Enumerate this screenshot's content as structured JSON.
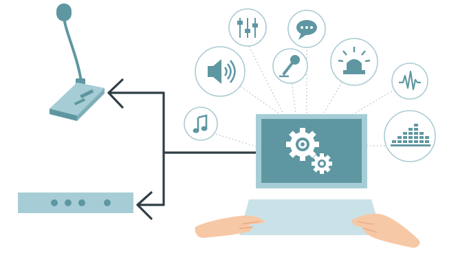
{
  "colors": {
    "teal_dark": "#5e97a1",
    "teal_mid": "#a6cdd5",
    "teal_light": "#c9e2e7",
    "teal_pale": "#deeff2",
    "line_dark": "#2f3d45",
    "circle_stroke": "#a9cbd2",
    "dotted": "#b9c9cd",
    "skin": "#f7c8a6",
    "skin_dark": "#e8a983",
    "white": "#ffffff"
  },
  "icons": [
    "music-note-icon",
    "speaker-volume-icon",
    "equalizer-sliders-icon",
    "microphone-icon",
    "chat-bubble-icon",
    "alarm-beacon-icon",
    "waveform-icon",
    "audio-spectrum-icon"
  ],
  "devices": [
    "paging-microphone-console",
    "rack-amplifier",
    "computer-monitor",
    "keyboard"
  ]
}
